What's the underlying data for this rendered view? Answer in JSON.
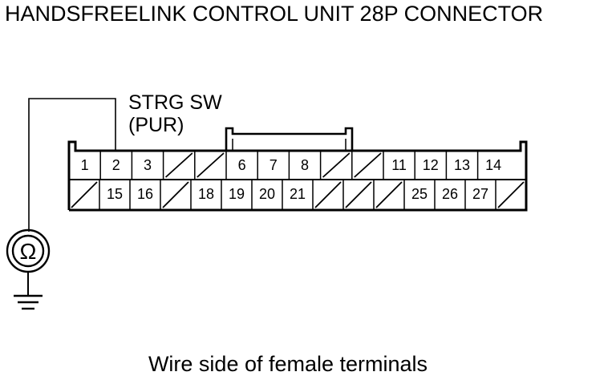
{
  "title": "HANDSFREELINK CONTROL UNIT 28P CONNECTOR",
  "caption": "Wire side of female terminals",
  "wire_label": {
    "line1": "STRG SW",
    "line2": "(PUR)"
  },
  "meter": {
    "symbol": "Ω"
  },
  "connector": {
    "top_row": [
      "1",
      "2",
      "3",
      "",
      "",
      "6",
      "7",
      "8",
      "",
      "",
      "11",
      "12",
      "13",
      "14"
    ],
    "bottom_row": [
      "",
      "15",
      "16",
      "",
      "18",
      "19",
      "20",
      "21",
      "",
      "",
      "",
      "25",
      "26",
      "27",
      ""
    ]
  }
}
